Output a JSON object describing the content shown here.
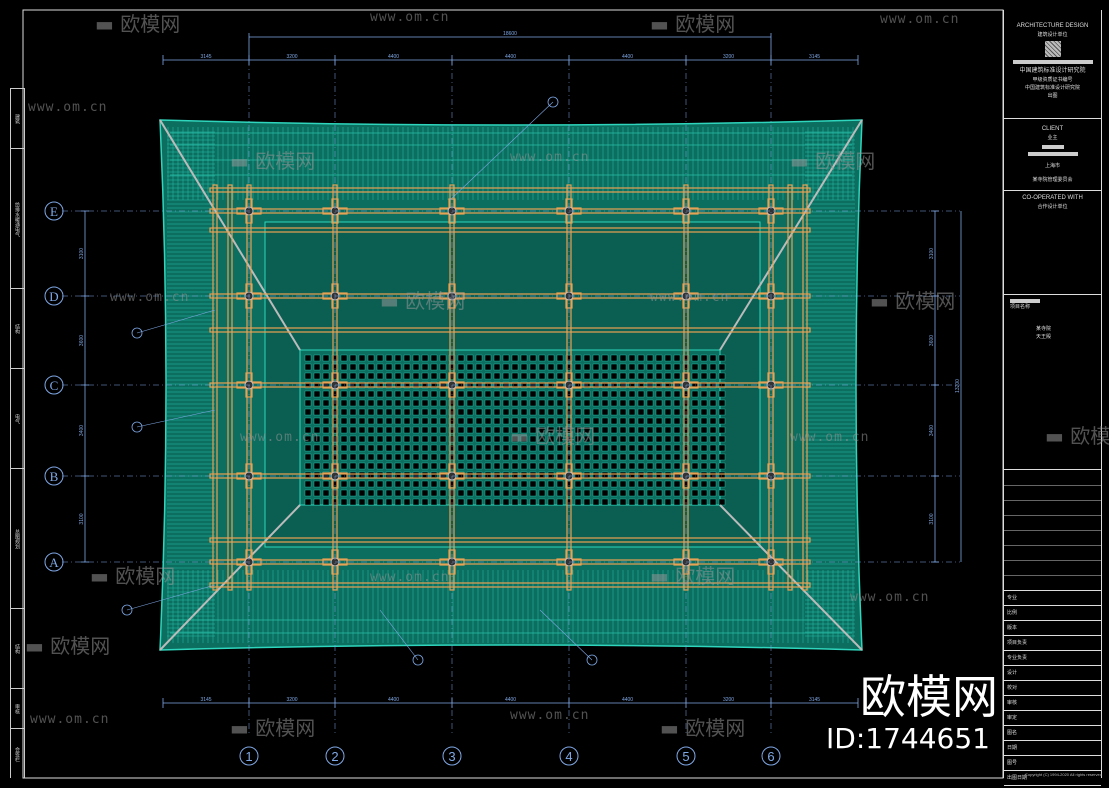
{
  "drawing": {
    "colors": {
      "background": "#000000",
      "roof_fill": "#0b6e5f",
      "roof_line": "#2fd6bd",
      "timber": "#e8a254",
      "dimension": "#7fa8e6",
      "frame": "#dddddd"
    },
    "top_dimensions": [
      "3145",
      "3200",
      "4400",
      "4400",
      "4400",
      "3200",
      "3145"
    ],
    "top_total": "18600",
    "bottom_dimensions": [
      "3145",
      "3200",
      "4400",
      "4400",
      "4400",
      "3200",
      "3145"
    ],
    "left_dimensions": [
      "3100",
      "3600",
      "3400",
      "3100"
    ],
    "right_dimensions": [
      "3100",
      "3600",
      "3400",
      "3100"
    ],
    "right_total": "13200",
    "column_axes": [
      "1",
      "2",
      "3",
      "4",
      "5",
      "6"
    ],
    "row_axes": [
      "E",
      "D",
      "C",
      "B",
      "A"
    ]
  },
  "left_strip": {
    "labels": [
      "建筑",
      "给排水暖通电气",
      "结构",
      "电气",
      "总图规划",
      "结构",
      "审核",
      "会签栏"
    ]
  },
  "title_block": {
    "architecture_design": "ARCHITECTURE DESIGN",
    "design_unit": "建筑设计单位",
    "institute": "中国建筑标准设计研究院",
    "institute_line1": "甲级资质证书编号",
    "institute_line2": "中国建筑标准设计研究院",
    "stamp": "出图",
    "client_label": "CLIENT",
    "client": "业主",
    "client_city": "上海市",
    "client_name": "某寺院管理委员会",
    "cooperated_label": "CO-OPERATED WITH",
    "cooperated": "合作设计单位",
    "project_label": "项目名称",
    "project_name": "某寺院",
    "building_name": "天王殿",
    "rows": [
      "专业",
      "比例",
      "版本",
      "项目负责",
      "专业负责",
      "设计",
      "校对",
      "审核",
      "审定",
      "图名",
      "日期",
      "图号",
      "出图日期"
    ],
    "copyright": "Copyright (C) 1994-2020 All rights reserved"
  },
  "watermarks": {
    "brand": "欧模网",
    "url": "www.om.cn",
    "id": "ID:1744651"
  }
}
